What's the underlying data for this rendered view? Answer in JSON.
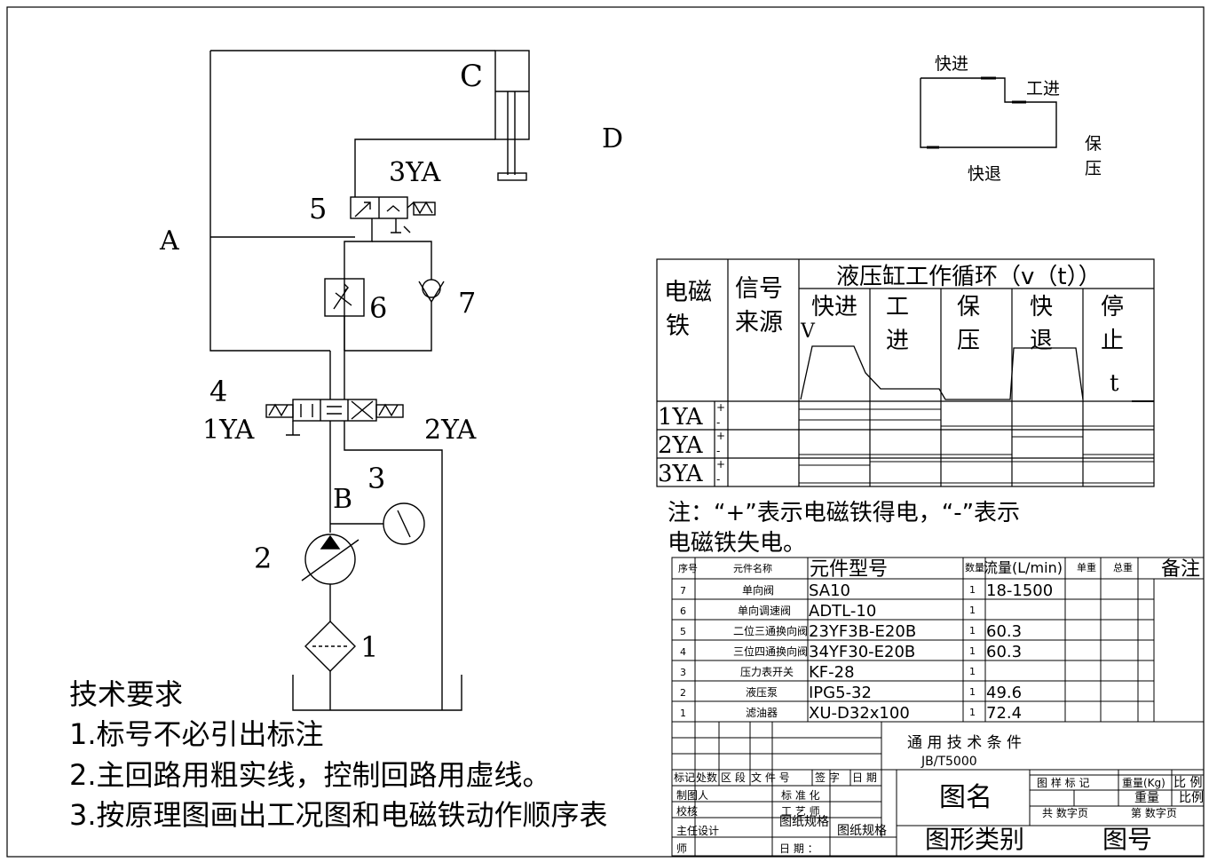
{
  "circuit": {
    "labels": {
      "A": "A",
      "B": "B",
      "C": "C",
      "D": "D",
      "n1": "1",
      "n2": "2",
      "n3": "3",
      "n4": "4",
      "n5": "5",
      "n6": "6",
      "n7": "7",
      "yaA": "1YA",
      "yaB": "2YA",
      "yaC": "3YA"
    }
  },
  "cycle_sketch": {
    "fast_in": "快进",
    "work_in": "工进",
    "hold": "保压",
    "fast_out": "快退"
  },
  "solenoid_table": {
    "col_magnet": "电磁铁",
    "col_source": "信号来源",
    "col_cycle": "液压缸工作循环（v（t））",
    "phases": [
      "快进",
      "工进",
      "保压",
      "快退",
      "停止"
    ],
    "axis_v": "V",
    "axis_t": "t",
    "rows": [
      "1YA",
      "2YA",
      "3YA"
    ],
    "plus": "+",
    "minus": "-",
    "note": "注：“+”表示电磁铁得电，“-”表示电磁铁失电。"
  },
  "bom": {
    "headers": [
      "序号",
      "元件名称",
      "元件型号",
      "数量",
      "流量(L/min)",
      "单重",
      "总重",
      "备注"
    ],
    "rows": [
      [
        "7",
        "单向阀",
        "SA10",
        "1",
        "18-1500"
      ],
      [
        "6",
        "单向调速阀",
        "ADTL-10",
        "1",
        ""
      ],
      [
        "5",
        "二位三通换向阀",
        "23YF3B-E20B",
        "1",
        "60.3"
      ],
      [
        "4",
        "三位四通换向阀",
        "34YF30-E20B",
        "1",
        "60.3"
      ],
      [
        "3",
        "压力表开关",
        "KF-28",
        "1",
        ""
      ],
      [
        "2",
        "液压泵",
        "IPG5-32",
        "1",
        "49.6"
      ],
      [
        "1",
        "滤油器",
        "XU-D32x100",
        "1",
        "72.4"
      ]
    ]
  },
  "title_block": {
    "std_title": "通 用 技 术 条 件",
    "std_code": "JB/T5000",
    "mark_row": [
      "标记",
      "处数",
      "区 段",
      "文 件 号",
      "签 字",
      "日 期"
    ],
    "role_maker": "制图人",
    "role_check": "校核",
    "role_chief": "主任设计",
    "role_master": "师",
    "std_norm": "标 准 化",
    "process": "工 艺 师",
    "paper_spec": "图纸规格",
    "paper_spec2": "图纸规格",
    "date": "日 期 ：",
    "name": "图名",
    "category": "图形类别",
    "drawing_no": "图号",
    "sample_mark": "图 样 标 记",
    "weight": "重量(Kg)",
    "scale": "比 例",
    "weight2": "重量",
    "scale2": "比例",
    "sheets_total": "共   数字页",
    "sheet_no": "第   数字页"
  },
  "requirements": {
    "title": "技术要求",
    "items": [
      "1.标号不必引出标注",
      "2.主回路用粗实线，控制回路用虚线。",
      "3.按原理图画出工况图和电磁铁动作顺序表"
    ]
  }
}
